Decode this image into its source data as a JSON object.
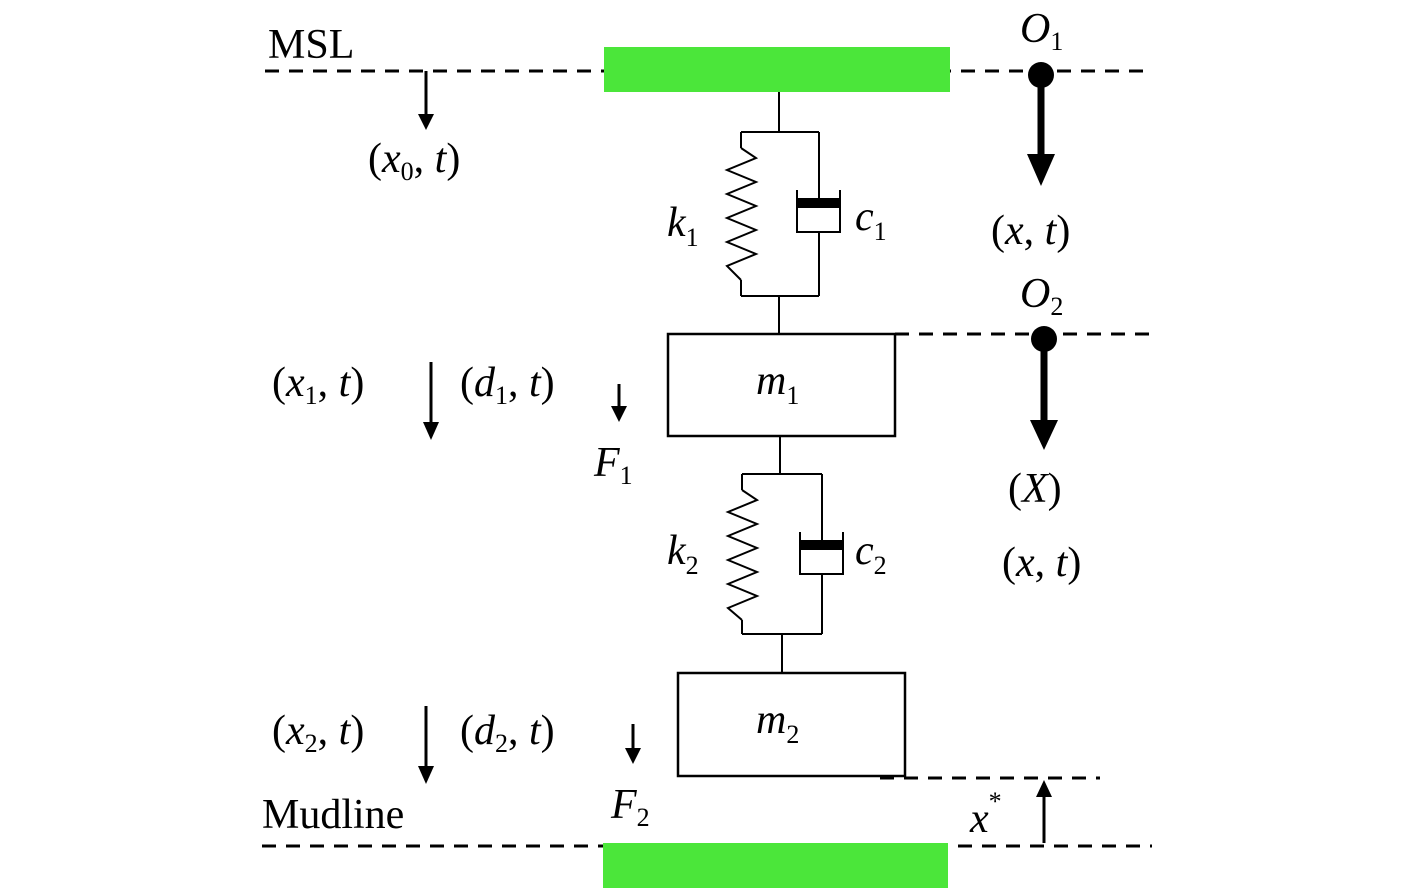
{
  "labels": {
    "msl": "MSL",
    "mudline": "Mudline",
    "o1": {
      "main": "O",
      "sub": "1"
    },
    "o2": {
      "main": "O",
      "sub": "2"
    },
    "x0t": {
      "open": "(",
      "var": "x",
      "sub": "0",
      "rest": ", ",
      "var2": "t",
      "close": ")"
    },
    "xt_top": {
      "open": "(",
      "var": "x",
      "rest": ", ",
      "var2": "t",
      "close": ")"
    },
    "xt_bottom": {
      "open": "(",
      "var": "x",
      "rest": ", ",
      "var2": "t",
      "close": ")"
    },
    "X": {
      "open": "(",
      "var": "X",
      "close": ")"
    },
    "x1t": {
      "open": "(",
      "var": "x",
      "sub": "1",
      "rest": ", ",
      "var2": "t",
      "close": ")"
    },
    "d1t": {
      "open": "(",
      "var": "d",
      "sub": "1",
      "rest": ", ",
      "var2": "t",
      "close": ")"
    },
    "x2t": {
      "open": "(",
      "var": "x",
      "sub": "2",
      "rest": ", ",
      "var2": "t",
      "close": ")"
    },
    "d2t": {
      "open": "(",
      "var": "d",
      "sub": "2",
      "rest": ", ",
      "var2": "t",
      "close": ")"
    },
    "k1": {
      "main": "k",
      "sub": "1"
    },
    "k2": {
      "main": "k",
      "sub": "2"
    },
    "c1": {
      "main": "c",
      "sub": "1"
    },
    "c2": {
      "main": "c",
      "sub": "2"
    },
    "m1": {
      "main": "m",
      "sub": "1"
    },
    "m2": {
      "main": "m",
      "sub": "2"
    },
    "F1": {
      "main": "F",
      "sub": "1"
    },
    "F2": {
      "main": "F",
      "sub": "2"
    },
    "xstar": {
      "main": "x",
      "sup": "*"
    }
  },
  "colors": {
    "plate": "#4be63a",
    "line": "#000000"
  }
}
